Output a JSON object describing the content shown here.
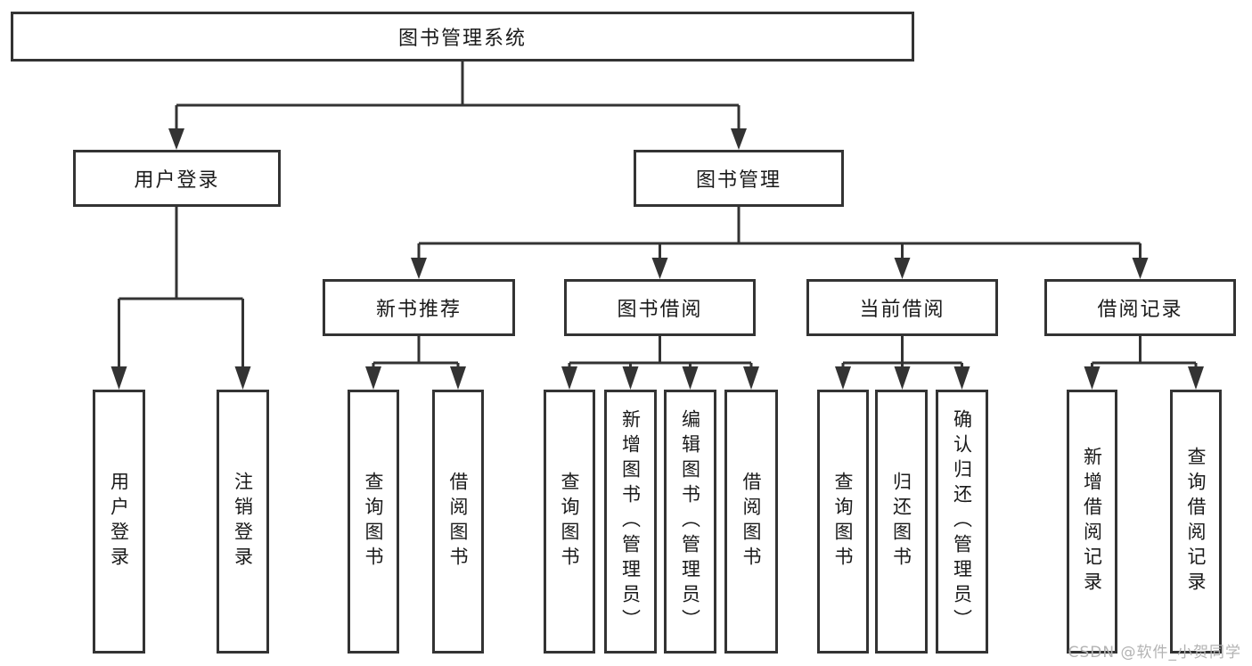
{
  "diagram": {
    "root": {
      "label": "图书管理系统"
    },
    "level1": {
      "user_login": {
        "label": "用户登录"
      },
      "book_management": {
        "label": "图书管理"
      }
    },
    "level2": {
      "new_book_recommend": {
        "label": "新书推荐"
      },
      "book_borrowing": {
        "label": "图书借阅"
      },
      "current_borrowing": {
        "label": "当前借阅"
      },
      "borrowing_records": {
        "label": "借阅记录"
      }
    },
    "leaves": {
      "user_login": [
        {
          "label": "用户登录"
        },
        {
          "label": "注销登录"
        }
      ],
      "new_book_recommend": [
        {
          "label": "查询图书"
        },
        {
          "label": "借阅图书"
        }
      ],
      "book_borrowing": [
        {
          "label": "查询图书"
        },
        {
          "label": "新增图书（管理员）"
        },
        {
          "label": "编辑图书（管理员）"
        },
        {
          "label": "借阅图书"
        }
      ],
      "current_borrowing": [
        {
          "label": "查询图书"
        },
        {
          "label": "归还图书"
        },
        {
          "label": "确认归还（管理员）"
        }
      ],
      "borrowing_records": [
        {
          "label": "新增借阅记录"
        },
        {
          "label": "查询借阅记录"
        }
      ]
    }
  },
  "watermark": {
    "text": "CSDN @软件_小贺同学"
  },
  "colors": {
    "line": "#333333",
    "text": "#1a1a1a",
    "background": "#ffffff",
    "watermark": "#b3b3b3"
  }
}
